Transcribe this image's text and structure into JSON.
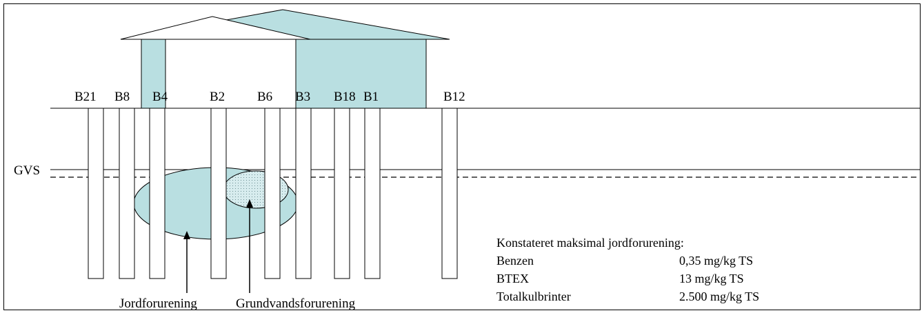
{
  "boreholes": [
    "B21",
    "B8",
    "B4",
    "B2",
    "B6",
    "B3",
    "B18",
    "B1",
    "B12"
  ],
  "gvs_label": "GVS",
  "arrow_labels": {
    "soil": "Jordforurening",
    "groundwater": "Grundvandsforurening"
  },
  "summary": {
    "title": "Konstateret maksimal jordforurening:",
    "rows": [
      {
        "name": "Benzen",
        "value": "0,35 mg/kg TS"
      },
      {
        "name": "BTEX",
        "value": "13 mg/kg TS"
      },
      {
        "name": "Totalkulbrinter",
        "value": "2.500 mg/kg TS"
      }
    ]
  },
  "colors": {
    "contamination_fill": "#b9dfe1",
    "line": "#000000",
    "background": "#ffffff"
  }
}
